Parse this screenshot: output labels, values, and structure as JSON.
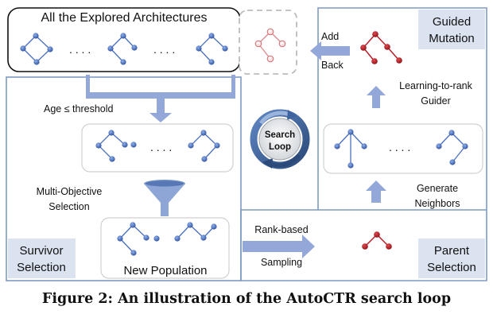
{
  "labels": {
    "explored": "All the Explored Architectures",
    "age_threshold": "Age ≤ threshold",
    "multi_objective_1": "Multi-Objective",
    "multi_objective_2": "Selection",
    "new_population": "New Population",
    "survivor_1": "Survivor",
    "survivor_2": "Selection",
    "search_loop_1": "Search",
    "search_loop_2": "Loop",
    "add": "Add",
    "back": "Back",
    "guided_1": "Guided",
    "guided_2": "Mutation",
    "ltr_1": "Learning-to-rank",
    "ltr_2": "Guider",
    "generate_1": "Generate",
    "generate_2": "Neighbors",
    "rank_based": "Rank-based",
    "sampling": "Sampling",
    "parent_1": "Parent",
    "parent_2": "Selection",
    "ellipsis": ". . . ."
  },
  "caption": "Figure 2: An illustration of the AutoCTR search loop",
  "colors": {
    "frame": "#7f9ac4",
    "blue_node": "#4a6fc0",
    "red_node": "#b51a22",
    "faded_red": "#e0898c",
    "arrow": "#93a8d9",
    "label_box": "#dbe3f1",
    "loop_dark": "#2f4f7f",
    "loop_light": "#6f8fbf"
  }
}
